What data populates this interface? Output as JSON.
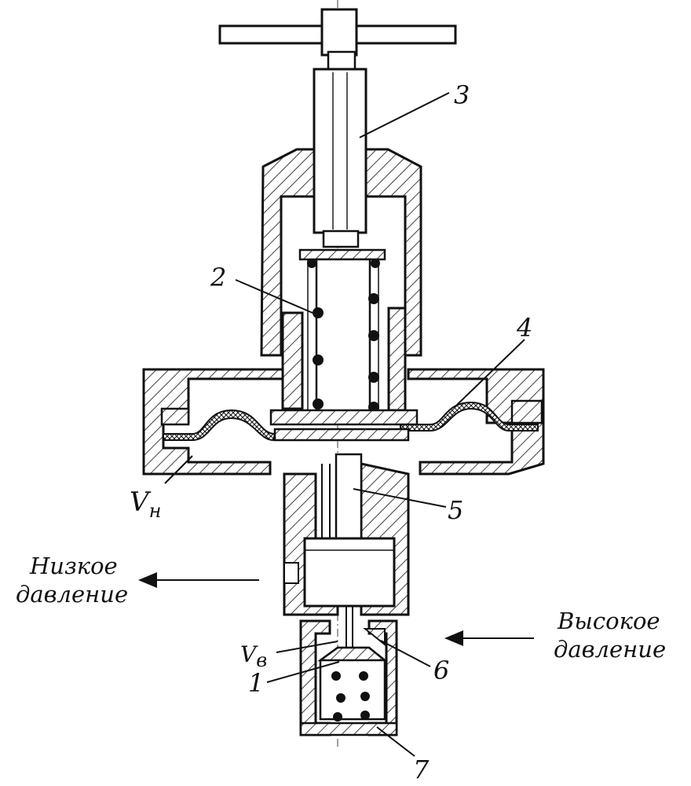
{
  "labels": {
    "n1": "1",
    "n2": "2",
    "n3": "3",
    "n4": "4",
    "n5": "5",
    "n6": "6",
    "n7": "7",
    "vn_main": "V",
    "vn_sub": "н",
    "vv_main": "V",
    "vv_sub": "в",
    "low_line1": "Низкое",
    "low_line2": "давление",
    "high_line1": "Высокое",
    "high_line2": "давление"
  },
  "colors": {
    "ink": "#111111",
    "background": "#ffffff"
  }
}
